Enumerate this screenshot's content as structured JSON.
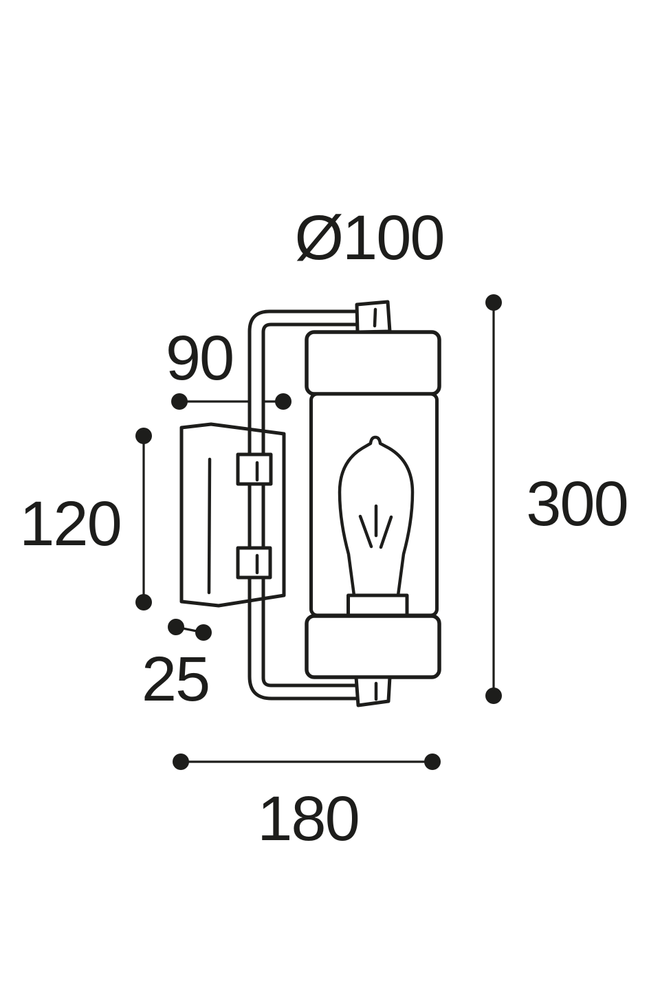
{
  "diagram": {
    "subject": "technical dimension drawing of a tubular glass wall light with Edison bulb, wall plate and curved mounting tube, side view",
    "units": "mm",
    "background_color": "#ffffff",
    "line_color": "#1d1d1b",
    "dimensions": {
      "diameter": "Ø100",
      "arm": "90",
      "backplate_height": "120",
      "wall_offset": "25",
      "overall_height": "300",
      "overall_projection": "180"
    }
  }
}
